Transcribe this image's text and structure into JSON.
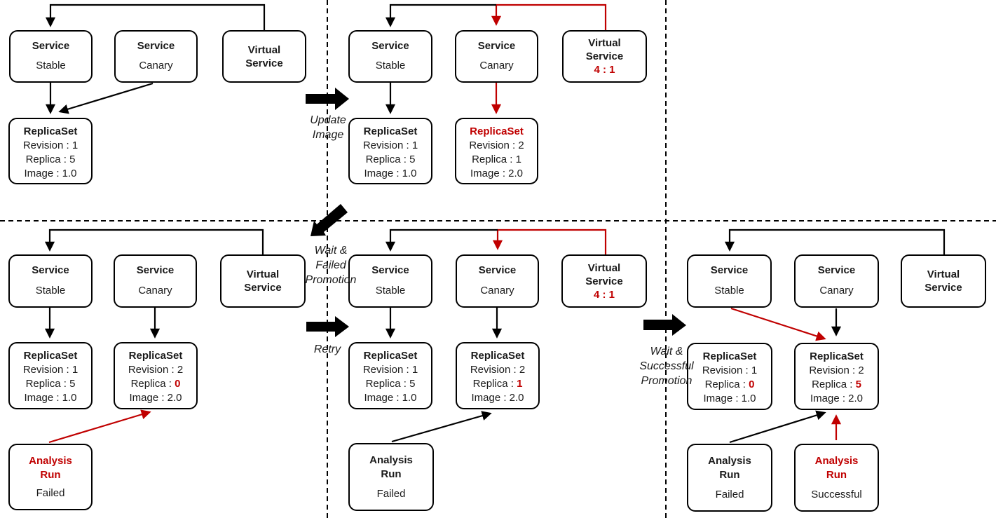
{
  "colors": {
    "accent_red": "#c00000",
    "line_black": "#000000"
  },
  "transitions": {
    "update_image": {
      "line1": "Update",
      "line2": "Image"
    },
    "wait_failed": {
      "line1": "Wait &",
      "line2": "Failed",
      "line3": "Promotion"
    },
    "retry": {
      "line1": "Retry"
    },
    "wait_successful": {
      "line1": "Wait &",
      "line2": "Successful",
      "line3": "Promotion"
    }
  },
  "p1": {
    "service_stable": {
      "title": "Service",
      "subtitle": "Stable"
    },
    "service_canary": {
      "title": "Service",
      "subtitle": "Canary"
    },
    "virtual_service": {
      "title_line1": "Virtual",
      "title_line2": "Service"
    },
    "rs_stable": {
      "title": "ReplicaSet",
      "revision": {
        "pre": "Revision :",
        "val": "1"
      },
      "replica": {
        "pre": "Replica :",
        "val": "5"
      },
      "image": {
        "pre": "Image :",
        "val": "1.0"
      }
    }
  },
  "p2": {
    "service_stable": {
      "title": "Service",
      "subtitle": "Stable"
    },
    "service_canary": {
      "title": "Service",
      "subtitle": "Canary"
    },
    "virtual_service": {
      "title_line1": "Virtual",
      "title_line2": "Service",
      "ratio": "4 : 1"
    },
    "rs_stable": {
      "title": "ReplicaSet",
      "revision": {
        "pre": "Revision :",
        "val": "1"
      },
      "replica": {
        "pre": "Replica :",
        "val": "5"
      },
      "image": {
        "pre": "Image :",
        "val": "1.0"
      }
    },
    "rs_canary": {
      "title": "ReplicaSet",
      "revision": {
        "pre": "Revision :",
        "val": "2"
      },
      "replica": {
        "pre": "Replica :",
        "val": "1"
      },
      "image": {
        "pre": "Image :",
        "val": "2.0"
      }
    }
  },
  "p3": {
    "service_stable": {
      "title": "Service",
      "subtitle": "Stable"
    },
    "service_canary": {
      "title": "Service",
      "subtitle": "Canary"
    },
    "virtual_service": {
      "title_line1": "Virtual",
      "title_line2": "Service"
    },
    "rs_stable": {
      "title": "ReplicaSet",
      "revision": {
        "pre": "Revision :",
        "val": "1"
      },
      "replica": {
        "pre": "Replica :",
        "val": "5"
      },
      "image": {
        "pre": "Image :",
        "val": "1.0"
      }
    },
    "rs_canary": {
      "title": "ReplicaSet",
      "revision": {
        "pre": "Revision :",
        "val": "2"
      },
      "replica": {
        "pre": "Replica :",
        "val": "0"
      },
      "image": {
        "pre": "Image :",
        "val": "2.0"
      }
    },
    "analysis_run": {
      "title_line1": "Analysis",
      "title_line2": "Run",
      "status": "Failed"
    }
  },
  "p4": {
    "service_stable": {
      "title": "Service",
      "subtitle": "Stable"
    },
    "service_canary": {
      "title": "Service",
      "subtitle": "Canary"
    },
    "virtual_service": {
      "title_line1": "Virtual",
      "title_line2": "Service",
      "ratio": "4 : 1"
    },
    "rs_stable": {
      "title": "ReplicaSet",
      "revision": {
        "pre": "Revision :",
        "val": "1"
      },
      "replica": {
        "pre": "Replica :",
        "val": "5"
      },
      "image": {
        "pre": "Image :",
        "val": "1.0"
      }
    },
    "rs_canary": {
      "title": "ReplicaSet",
      "revision": {
        "pre": "Revision :",
        "val": "2"
      },
      "replica": {
        "pre": "Replica :",
        "val": "1"
      },
      "image": {
        "pre": "Image :",
        "val": "2.0"
      }
    },
    "analysis_run": {
      "title_line1": "Analysis",
      "title_line2": "Run",
      "status": "Failed"
    }
  },
  "p5": {
    "service_stable": {
      "title": "Service",
      "subtitle": "Stable"
    },
    "service_canary": {
      "title": "Service",
      "subtitle": "Canary"
    },
    "virtual_service": {
      "title_line1": "Virtual",
      "title_line2": "Service"
    },
    "rs_stable": {
      "title": "ReplicaSet",
      "revision": {
        "pre": "Revision :",
        "val": "1"
      },
      "replica": {
        "pre": "Replica :",
        "val": "0"
      },
      "image": {
        "pre": "Image :",
        "val": "1.0"
      }
    },
    "rs_canary": {
      "title": "ReplicaSet",
      "revision": {
        "pre": "Revision :",
        "val": "2"
      },
      "replica": {
        "pre": "Replica :",
        "val": "5"
      },
      "image": {
        "pre": "Image :",
        "val": "2.0"
      }
    },
    "analysis_run_failed": {
      "title_line1": "Analysis",
      "title_line2": "Run",
      "status": "Failed"
    },
    "analysis_run_successful": {
      "title_line1": "Analysis",
      "title_line2": "Run",
      "status": "Successful"
    }
  }
}
